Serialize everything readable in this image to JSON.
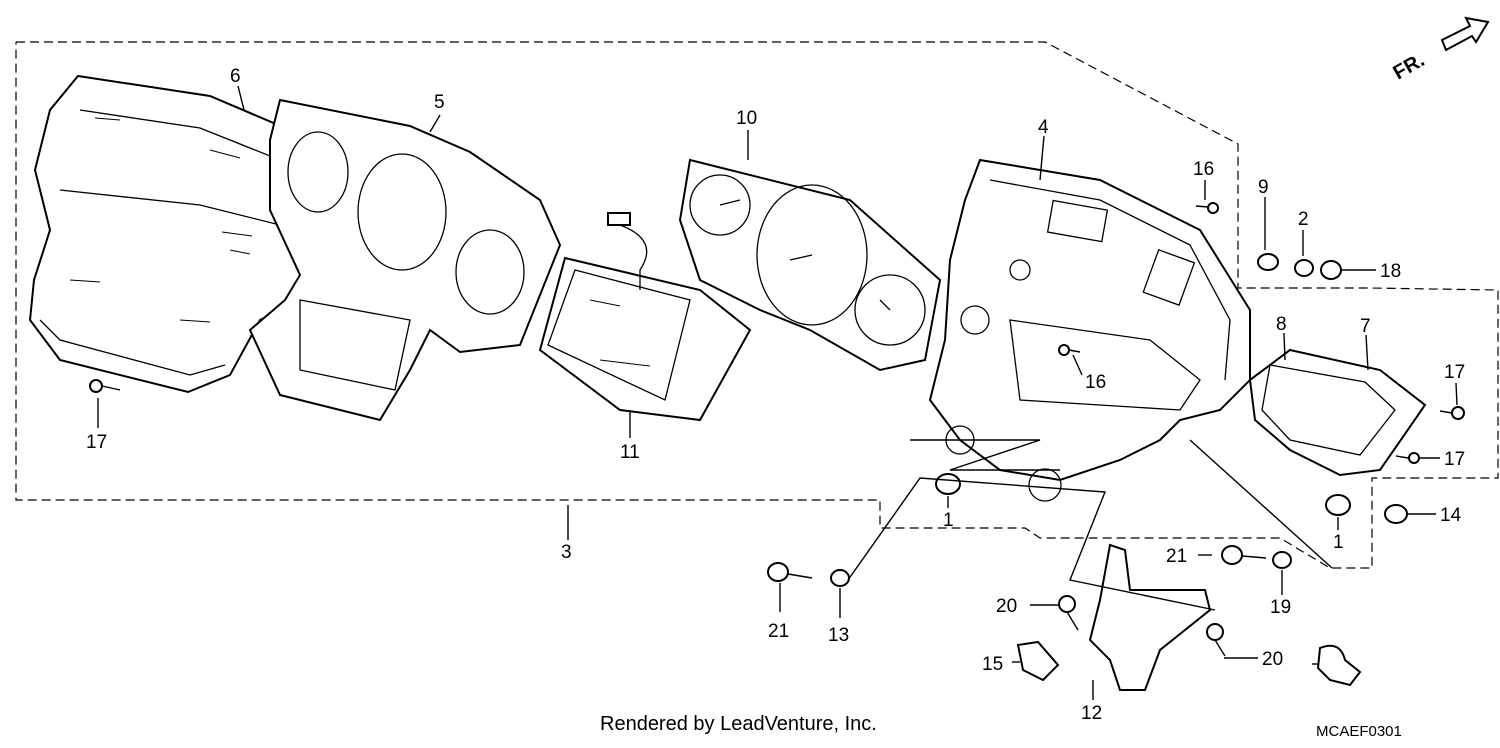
{
  "callouts": {
    "c1a": "1",
    "c1b": "1",
    "c2": "2",
    "c3": "3",
    "c4": "4",
    "c5": "5",
    "c6": "6",
    "c7": "7",
    "c8": "8",
    "c9": "9",
    "c10": "10",
    "c11": "11",
    "c12": "12",
    "c13": "13",
    "c14": "14",
    "c15": "15",
    "c16a": "16",
    "c16b": "16",
    "c17a": "17",
    "c17b": "17",
    "c17c": "17",
    "c18": "18",
    "c19": "19",
    "c20a": "20",
    "c20b": "20",
    "c21a": "21",
    "c21b": "21"
  },
  "direction_label": "FR.",
  "footer": {
    "credit": "Rendered by LeadVenture, Inc.",
    "diagram_code": "MCAEF0301"
  }
}
